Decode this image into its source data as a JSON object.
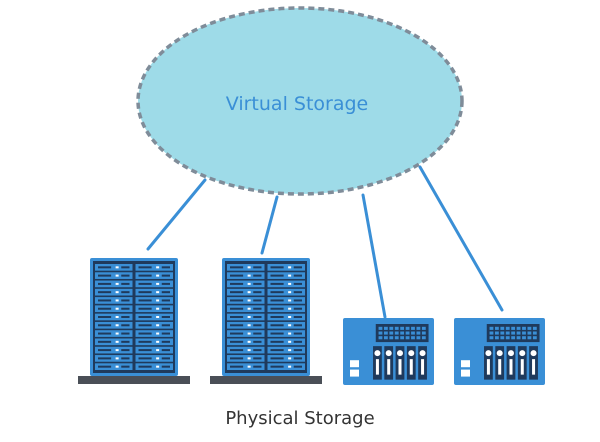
{
  "cloud": {
    "label": "Virtual Storage",
    "fill": "#9edbe8",
    "border": "#7f8c99"
  },
  "connector_color": "#3a8fd6",
  "device_color": "#3a8fd6",
  "physical": {
    "label": "Physical Storage"
  },
  "devices": [
    {
      "type": "rack-server",
      "icon": "rack-server-icon"
    },
    {
      "type": "rack-server",
      "icon": "rack-server-icon"
    },
    {
      "type": "nas",
      "icon": "nas-icon"
    },
    {
      "type": "nas",
      "icon": "nas-icon"
    }
  ]
}
